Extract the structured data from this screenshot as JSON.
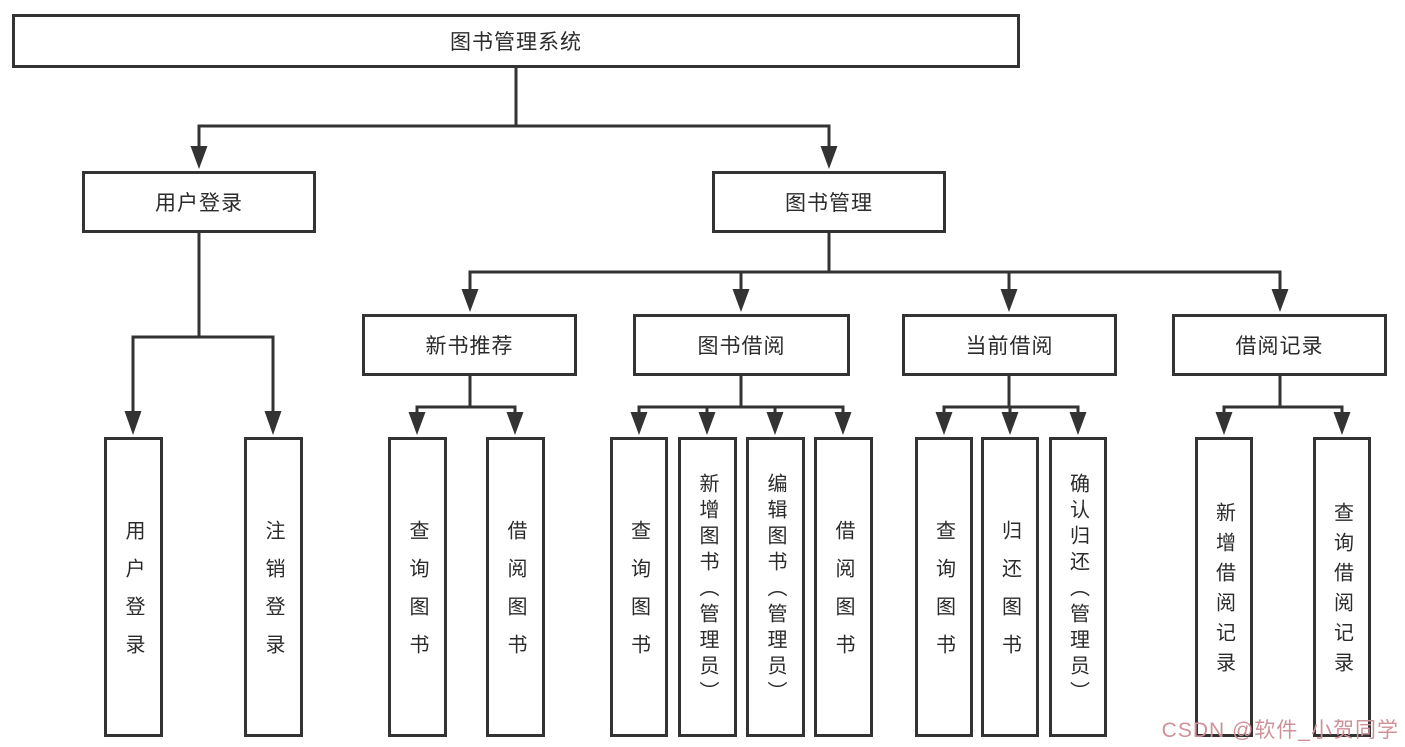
{
  "diagram": {
    "type": "hierarchy-chart",
    "root": {
      "label": "图书管理系统"
    },
    "level1": {
      "user_login": {
        "label": "用户登录"
      },
      "book_mgmt": {
        "label": "图书管理"
      }
    },
    "level2": {
      "new_book_rec": {
        "label": "新书推荐",
        "parent": "图书管理"
      },
      "book_borrow": {
        "label": "图书借阅",
        "parent": "图书管理"
      },
      "current_borrow": {
        "label": "当前借阅",
        "parent": "图书管理"
      },
      "borrow_records": {
        "label": "借阅记录",
        "parent": "图书管理"
      }
    },
    "leaves": {
      "user_login": {
        "label": "用户登录",
        "parent": "用户登录"
      },
      "logout": {
        "label": "注销登录",
        "parent": "用户登录"
      },
      "nbr_query": {
        "label": "查询图书",
        "parent": "新书推荐"
      },
      "nbr_borrow": {
        "label": "借阅图书",
        "parent": "新书推荐"
      },
      "bb_query": {
        "label": "查询图书",
        "parent": "图书借阅"
      },
      "bb_add": {
        "label": "新增图书（管理员）",
        "parent": "图书借阅"
      },
      "bb_edit": {
        "label": "编辑图书（管理员）",
        "parent": "图书借阅"
      },
      "bb_borrow": {
        "label": "借阅图书",
        "parent": "图书借阅"
      },
      "cb_query": {
        "label": "查询图书",
        "parent": "当前借阅"
      },
      "cb_return": {
        "label": "归还图书",
        "parent": "当前借阅"
      },
      "cb_confirm": {
        "label": "确认归还（管理员）",
        "parent": "当前借阅"
      },
      "br_add": {
        "label": "新增借阅记录",
        "parent": "借阅记录"
      },
      "br_query": {
        "label": "查询借阅记录",
        "parent": "借阅记录"
      }
    }
  },
  "watermark": {
    "text": "CSDN @软件_小贺同学"
  },
  "colors": {
    "line": "#333333",
    "text": "#2b2b2b",
    "watermark": "#cf9199",
    "background": "#ffffff"
  }
}
